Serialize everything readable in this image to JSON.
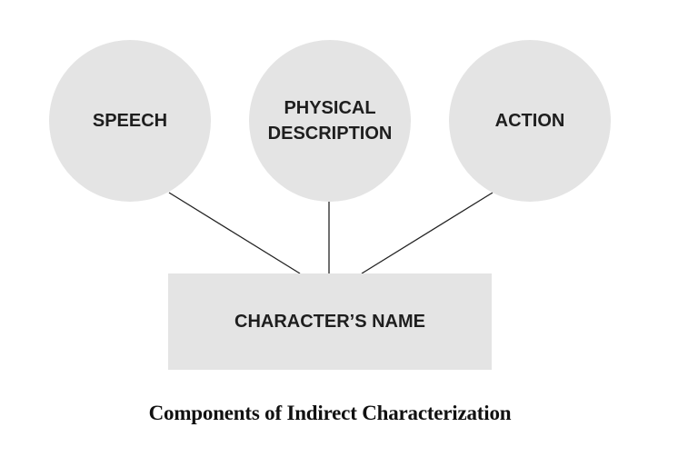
{
  "diagram": {
    "nodes": {
      "speech": "SPEECH",
      "physical_description": "PHYSICAL\nDESCRIPTION",
      "action": "ACTION",
      "center": "CHARACTER’S NAME"
    },
    "caption": "Components of Indirect Characterization",
    "colors": {
      "node_fill": "#e4e4e4",
      "text": "#1e1e1e",
      "connector": "#222222"
    }
  }
}
